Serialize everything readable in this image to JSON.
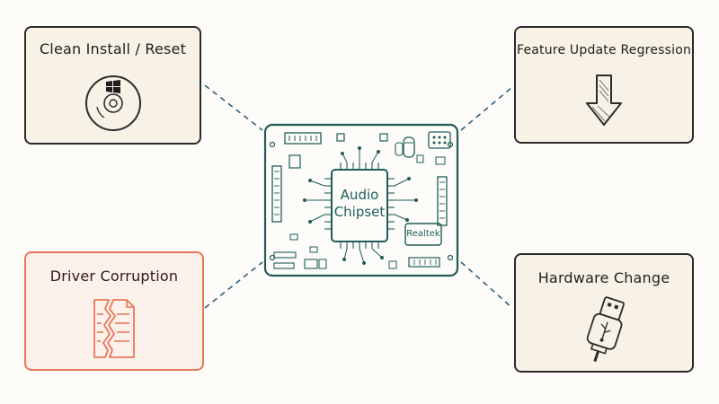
{
  "center": {
    "chip_line1": "Audio",
    "chip_line2": "Chipset",
    "vendor_label": "Realtek"
  },
  "causes": [
    {
      "title": "Clean Install / Reset",
      "icon": "windows-disc-icon",
      "highlighted": false
    },
    {
      "title": "Feature Update Regression",
      "icon": "down-arrow-icon",
      "highlighted": false
    },
    {
      "title": "Driver Corruption",
      "icon": "torn-file-icon",
      "highlighted": true
    },
    {
      "title": "Hardware Change",
      "icon": "usb-plug-icon",
      "highlighted": false
    }
  ],
  "colors": {
    "board_stroke": "#1f5c5a",
    "card_stroke": "#2b2b2b",
    "alert_stroke": "#e8775a",
    "card_fill": "#f8f1e6",
    "connector": "#2f5f7a"
  }
}
